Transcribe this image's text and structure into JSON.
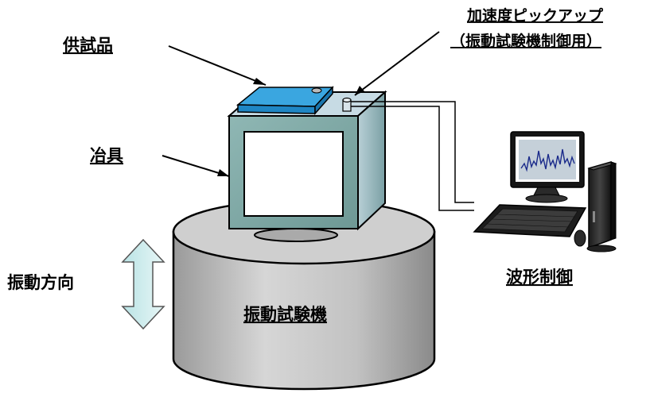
{
  "labels": {
    "specimen": "供試品",
    "jig": "冶具",
    "accelerometer_line1": "加速度ピックアップ",
    "accelerometer_line2": "（振動試験機制御用）",
    "vibration_direction": "振動方向",
    "shaker": "振動試験機",
    "waveform_control": "波形制御"
  },
  "colors": {
    "specimen_top": "#2e9bd8",
    "jig_front": "#7fa9a6",
    "jig_side": "#6f9693",
    "jig_top": "#c9dbe6",
    "shaker_body": "#b9b9b9",
    "shaker_top": "#cdcdcd",
    "arrow_fill": "#cbe9e9",
    "monitor_screen": "#c8d2dc"
  }
}
